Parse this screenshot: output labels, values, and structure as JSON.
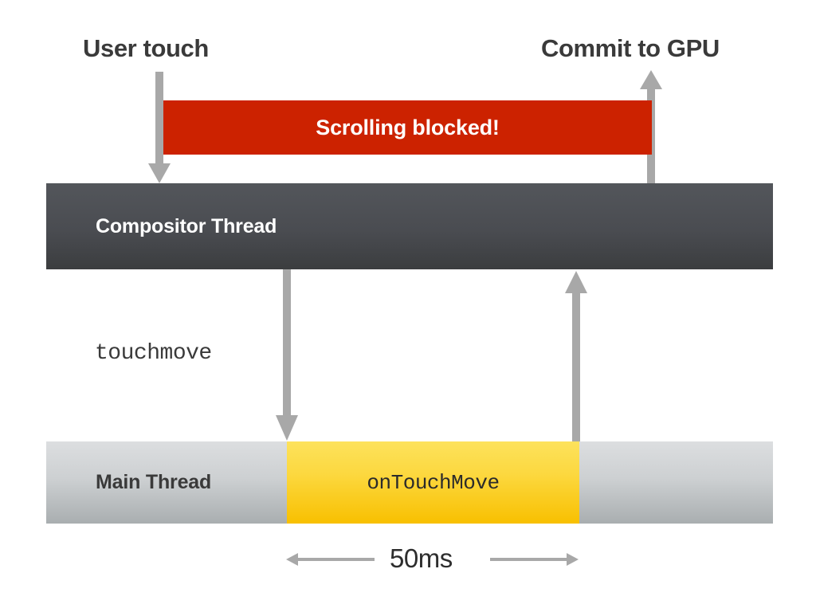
{
  "diagram": {
    "title_labels": {
      "user_touch": "User touch",
      "commit_to_gpu": "Commit to GPU"
    },
    "blocked_banner": {
      "text": "Scrolling blocked!",
      "color": "#cc2200"
    },
    "threads": [
      {
        "id": "compositor",
        "label": "Compositor Thread",
        "fill_top": "#53565b",
        "fill_bottom": "#3b3d3f",
        "text_color": "#ffffff"
      },
      {
        "id": "main",
        "label": "Main Thread",
        "fill_top": "#dcdee0",
        "fill_bottom": "#a9aeb0",
        "text_color": "#3a3a3a"
      }
    ],
    "task_block": {
      "label": "onTouchMove",
      "fill_top": "#fde25c",
      "fill_bottom": "#f8c000",
      "text_color": "#2b2b2b"
    },
    "event_label": "touchmove",
    "duration": {
      "value": "50ms"
    },
    "arrow_color": "#a8a8a8",
    "icons": {
      "arrow_down": "arrow-down-icon",
      "arrow_up": "arrow-up-icon",
      "measure_left": "measure-arrow-left-icon",
      "measure_right": "measure-arrow-right-icon"
    }
  }
}
